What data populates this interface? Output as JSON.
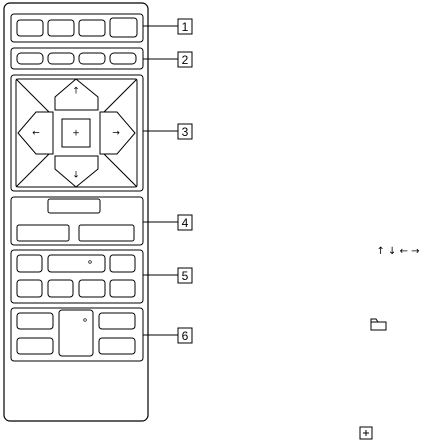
{
  "callouts": [
    {
      "number": "1"
    },
    {
      "number": "2"
    },
    {
      "number": "3"
    },
    {
      "number": "4"
    },
    {
      "number": "5"
    },
    {
      "number": "6"
    }
  ],
  "legend": {
    "arrow_keys": "↑ ↓ ← →",
    "folder_icon": "folder-icon",
    "enter_icon": "plus-in-box-icon"
  },
  "dpad": {
    "up": "↑",
    "down": "↓",
    "left": "←",
    "right": "→",
    "center": "+"
  }
}
